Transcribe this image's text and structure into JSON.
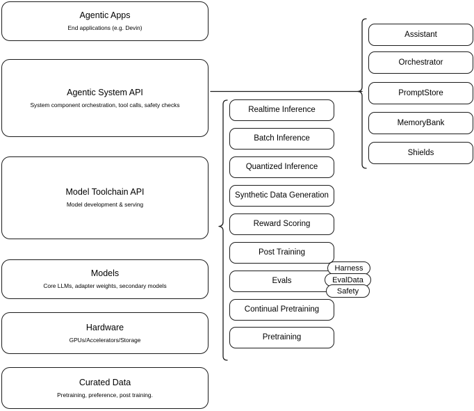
{
  "diagram": {
    "title": "Agentic stack layer diagram",
    "stroke_color": "#1a1a1a",
    "background_color": "#ffffff",
    "layers": [
      {
        "name": "agentic-apps",
        "title": "Agentic Apps",
        "subtitle": "End applications (e.g. Devin)"
      },
      {
        "name": "agentic-system-api",
        "title": "Agentic System API",
        "subtitle": "System component orchestration, tool calls, safety checks"
      },
      {
        "name": "model-toolchain-api",
        "title": "Model Toolchain API",
        "subtitle": "Model development & serving"
      },
      {
        "name": "models",
        "title": "Models",
        "subtitle": "Core LLMs, adapter weights, secondary models"
      },
      {
        "name": "hardware",
        "title": "Hardware",
        "subtitle": "GPUs/Accelerators/Storage"
      },
      {
        "name": "curated-data",
        "title": "Curated Data",
        "subtitle": "Pretraining, preference, post training."
      }
    ],
    "toolchain_components": [
      {
        "name": "realtime-inference",
        "label": "Realtime Inference"
      },
      {
        "name": "batch-inference",
        "label": "Batch Inference"
      },
      {
        "name": "quantized-inference",
        "label": "Quantized Inference"
      },
      {
        "name": "synthetic-data-generation",
        "label": "Synthetic Data Generation"
      },
      {
        "name": "reward-scoring",
        "label": "Reward Scoring"
      },
      {
        "name": "post-training",
        "label": "Post Training"
      },
      {
        "name": "evals",
        "label": "Evals"
      },
      {
        "name": "continual-pretraining",
        "label": "Continual Pretraining"
      },
      {
        "name": "pretraining",
        "label": "Pretraining"
      }
    ],
    "system_components": [
      {
        "name": "assistant",
        "label": "Assistant"
      },
      {
        "name": "orchestrator",
        "label": "Orchestrator"
      },
      {
        "name": "promptstore",
        "label": "PromptStore"
      },
      {
        "name": "memorybank",
        "label": "MemoryBank"
      },
      {
        "name": "shields",
        "label": "Shields"
      }
    ],
    "evals_badges": [
      {
        "name": "harness",
        "label": "Harness"
      },
      {
        "name": "evaldata",
        "label": "EvalData"
      },
      {
        "name": "safety",
        "label": "Safety"
      }
    ]
  }
}
